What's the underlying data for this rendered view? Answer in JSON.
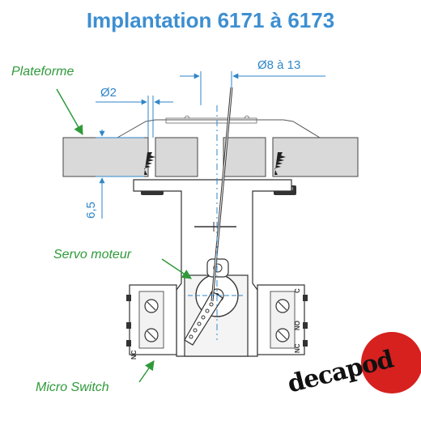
{
  "title": "Implantation 6171 à 6173",
  "labels": {
    "plateforme": "Plateforme",
    "servo_moteur": "Servo moteur",
    "micro_switch": "Micro Switch"
  },
  "dimensions": {
    "rod_diameter": "Ø8 à 13",
    "hole_diameter": "Ø2",
    "thickness": "6,5"
  },
  "switch_markings": {
    "left_lower": "NC",
    "right_top": "C",
    "right_middle": "NO",
    "right_bottom": "NC"
  },
  "brand": {
    "name": "decapod",
    "dot_color": "#d6211f"
  },
  "colors": {
    "title": "#3d8fd1",
    "dimension": "#2f86c8",
    "annotation": "#2f9a3a",
    "platform": "#d9d9d9"
  }
}
